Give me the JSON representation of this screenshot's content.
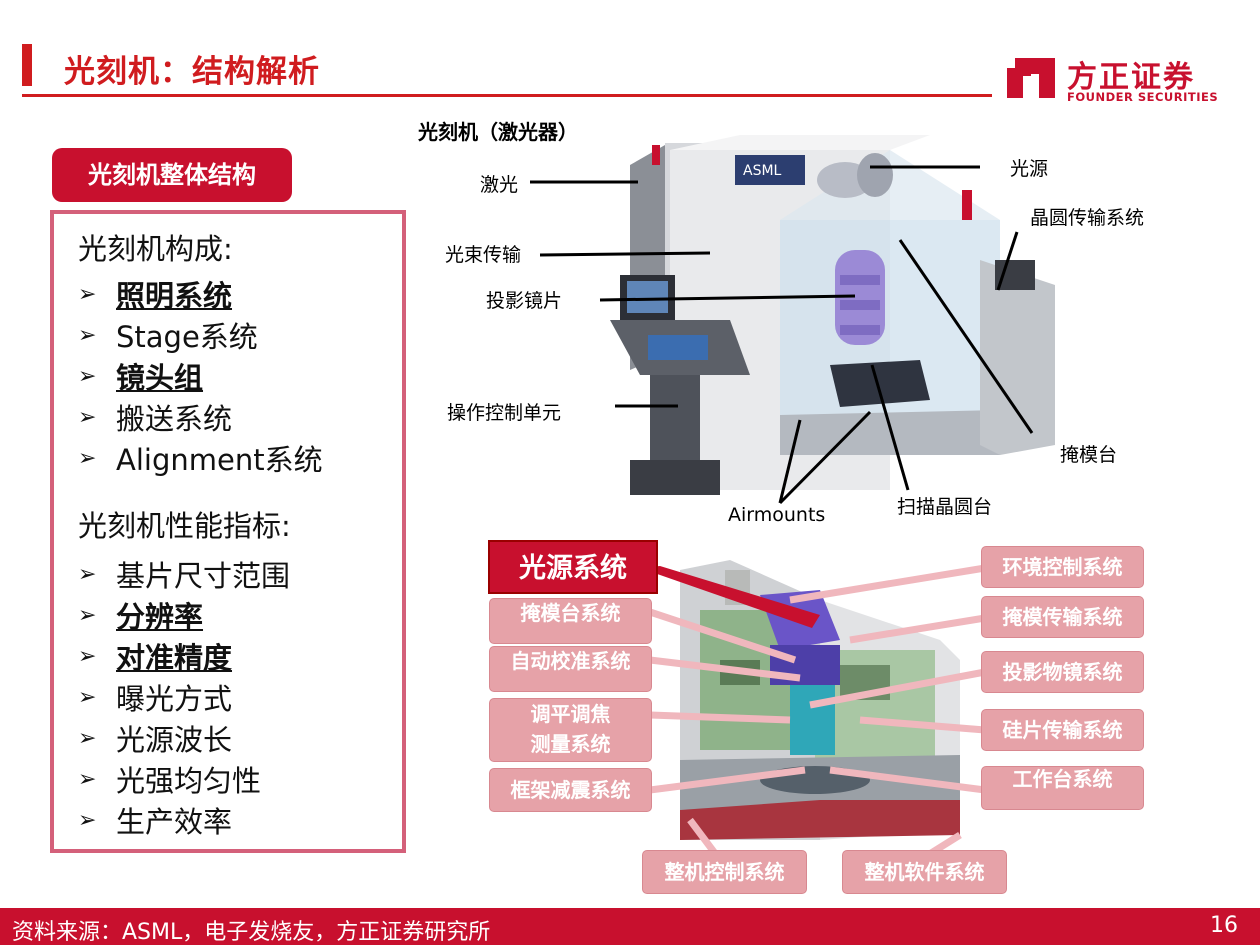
{
  "header": {
    "title": "光刻机：结构解析",
    "logo_cn": "方正证券",
    "logo_en": "FOUNDER SECURITIES"
  },
  "left_panel": {
    "header": "光刻机整体结构",
    "composition_title": "光刻机构成:",
    "composition_items": [
      {
        "text": "照明系统",
        "emphasis": true
      },
      {
        "text": "Stage系统",
        "emphasis": false
      },
      {
        "text": "镜头组",
        "emphasis": true
      },
      {
        "text": "搬送系统",
        "emphasis": false
      },
      {
        "text": "Alignment系统",
        "emphasis": false
      }
    ],
    "performance_title": "光刻机性能指标:",
    "performance_items": [
      {
        "text": "基片尺寸范围",
        "emphasis": false
      },
      {
        "text": "分辨率",
        "emphasis": true
      },
      {
        "text": "对准精度",
        "emphasis": true
      },
      {
        "text": "曝光方式",
        "emphasis": false
      },
      {
        "text": "光源波长",
        "emphasis": false
      },
      {
        "text": "光强均匀性",
        "emphasis": false
      },
      {
        "text": "生产效率",
        "emphasis": false
      }
    ],
    "arrow_glyph": "➢"
  },
  "photo": {
    "title": "光刻机（激光器）",
    "machine_brand": "ASML",
    "labels": {
      "laser": "激光",
      "light_source": "光源",
      "wafer_transfer": "晶圆传输系统",
      "beam_delivery": "光束传输",
      "projection_lens": "投影镜片",
      "control_unit": "操作控制单元",
      "reticle_stage": "掩模台",
      "airmounts": "Airmounts",
      "scan_wafer_stage": "扫描晶圆台"
    }
  },
  "diagram": {
    "title": "光源系统",
    "left_labels": [
      "掩模台系统",
      "自动校准系统",
      "调平调焦",
      "测量系统",
      "框架减震系统"
    ],
    "right_labels": [
      "环境控制系统",
      "掩模传输系统",
      "投影物镜系统",
      "硅片传输系统",
      "工作台系统"
    ],
    "bottom_labels": [
      "整机控制系统",
      "整机软件系统"
    ]
  },
  "footer": {
    "source": "资料来源：ASML，电子发烧友，方正证券研究所",
    "page": "16"
  },
  "colors": {
    "brand_red": "#c8102e",
    "pill_pink": "#e6a2a8",
    "box_border": "#d4607a"
  }
}
